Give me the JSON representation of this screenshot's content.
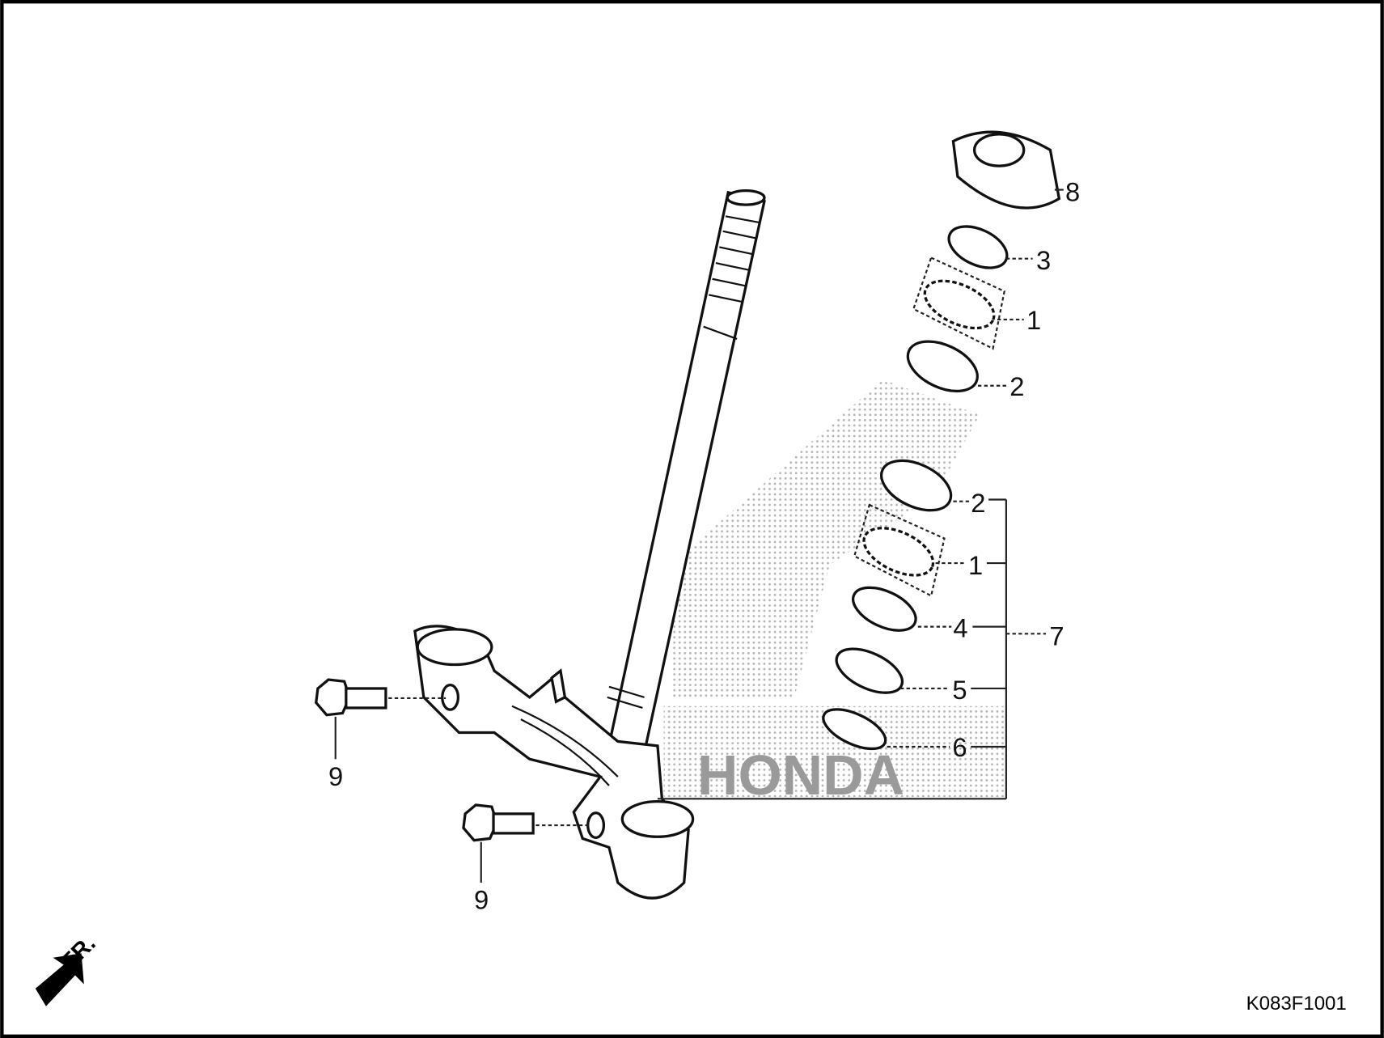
{
  "diagram": {
    "callouts": {
      "steering_stem_nut": "8",
      "top_cone_race": "3",
      "upper_ball_retainer": "1",
      "upper_outer_race": "2",
      "lower_outer_race": "2",
      "lower_ball_retainer": "1",
      "bottom_cone_race": "4",
      "dust_seal": "5",
      "dust_seal_washer": "6",
      "bearing_kit": "7",
      "bolt_upper": "9",
      "bolt_lower": "9"
    },
    "direction_label": "FR.",
    "diagram_code": "K083F1001",
    "watermark_text": "HONDA",
    "colors": {
      "line": "#111111",
      "watermark": "#bbbbbb",
      "background": "#ffffff"
    }
  }
}
